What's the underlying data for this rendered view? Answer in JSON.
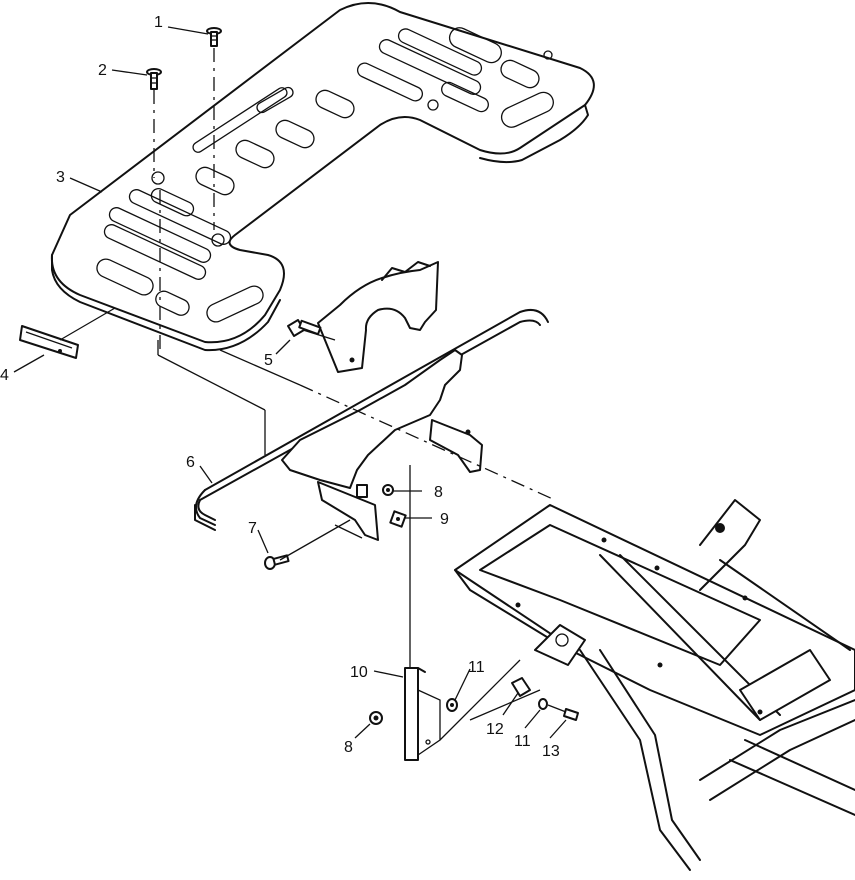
{
  "callouts": [
    {
      "id": 1,
      "text": "1"
    },
    {
      "id": 2,
      "text": "2"
    },
    {
      "id": 3,
      "text": "3"
    },
    {
      "id": 4,
      "text": "4"
    },
    {
      "id": 5,
      "text": "5"
    },
    {
      "id": 6,
      "text": "6"
    },
    {
      "id": 7,
      "text": "7"
    },
    {
      "id": 8,
      "text": "8"
    },
    {
      "id": 9,
      "text": "9"
    },
    {
      "id": 10,
      "text": "10"
    },
    {
      "id": 11,
      "text": "11"
    },
    {
      "id": 12,
      "text": "12"
    },
    {
      "id": 13,
      "text": "13"
    },
    {
      "id": 14,
      "text": "8"
    },
    {
      "id": 15,
      "text": "11"
    }
  ]
}
